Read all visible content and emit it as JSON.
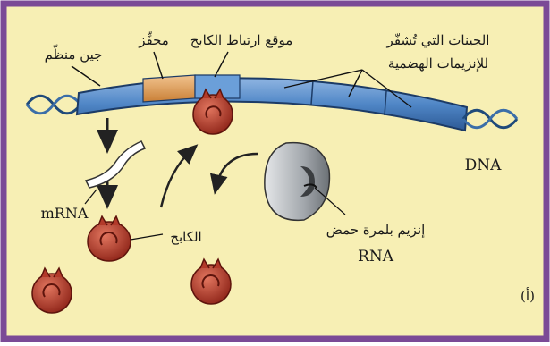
{
  "labels": {
    "regulator_gene": "جين منظّم",
    "promoter": "محفِّز",
    "repressor_binding_site": "موقع ارتباط الكابح",
    "genes_line1": "الجينات التي تُشفّر",
    "genes_line2": "للإنزيمات الهضمية",
    "dna": "DNA",
    "mrna": "mRNA",
    "repressor": "الكابح",
    "rna_polymerase_line1": "إنزيم بلمرة حمض",
    "rna_polymerase_line2": "RNA",
    "panel_label": "(أ)"
  },
  "colors": {
    "background": "#f7efb4",
    "border": "#7b4a96",
    "dna_segment": "#4f86c6",
    "promoter": "#e3a25a",
    "repressor": "#b23a2a",
    "polymerase": "#9aa0a6"
  }
}
